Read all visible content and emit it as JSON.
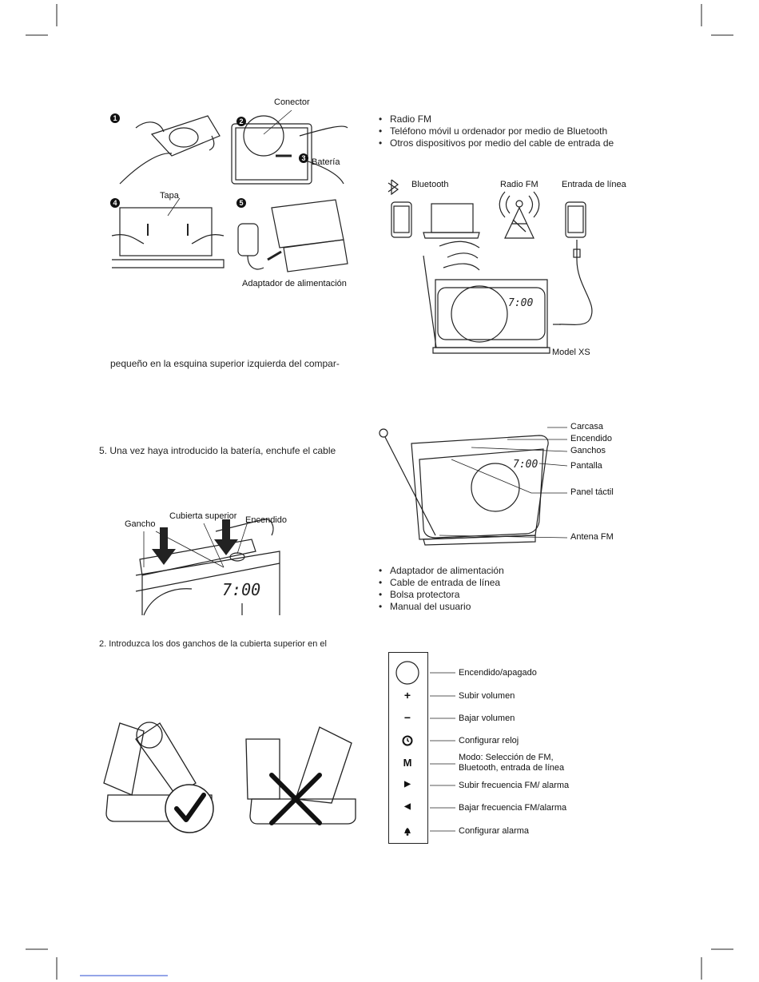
{
  "top_left_figure": {
    "labels": {
      "connector": "Conector",
      "battery": "Batería",
      "lid": "Tapa",
      "power_adapter": "Adaptador de alimentación"
    },
    "steps": [
      "1",
      "2",
      "3",
      "4",
      "5"
    ]
  },
  "left_text": {
    "line_1": "pequeño en la esquina superior izquierda del compar-",
    "line_2": "5. Una vez haya introducido la batería, enchufe el cable",
    "line_3": "2. Introduzca los dos ganchos de la cubierta superior en el"
  },
  "mid_left_figure": {
    "labels": {
      "hook": "Gancho",
      "top_cover": "Cubierta superior",
      "power": "Encendido"
    },
    "display": "7:00"
  },
  "sources_list": [
    "Radio FM",
    "Teléfono móvil u ordenador por medio de Bluetooth",
    "Otros dispositivos por medio del cable de entrada de"
  ],
  "sources_figure": {
    "labels": {
      "bluetooth": "Bluetooth",
      "fm": "Radio FM",
      "line_in": "Entrada de línea",
      "model": "Model XS"
    },
    "display": "7:00"
  },
  "parts_figure": {
    "labels": [
      "Carcasa",
      "Encendido",
      "Ganchos",
      "Pantalla",
      "Panel táctil",
      "Antena FM"
    ],
    "display": "7:00"
  },
  "accessories_list": [
    "Adaptador de alimentación",
    "Cable de entrada de línea",
    "Bolsa protectora",
    "Manual del usuario"
  ],
  "controls": [
    {
      "icon": "power-circle",
      "label": "Encendido/apagado"
    },
    {
      "icon": "+",
      "label": "Subir volumen"
    },
    {
      "icon": "−",
      "label": "Bajar volumen"
    },
    {
      "icon": "clock",
      "label": "Configurar reloj"
    },
    {
      "icon": "M",
      "label": "Modo: Selección de FM,",
      "label2": "Bluetooth, entrada de línea"
    },
    {
      "icon": "▶",
      "label": "Subir frecuencia FM/ alarma"
    },
    {
      "icon": "◀",
      "label": "Bajar frecuencia FM/alarma"
    },
    {
      "icon": "bell",
      "label": "Configurar alarma"
    }
  ]
}
